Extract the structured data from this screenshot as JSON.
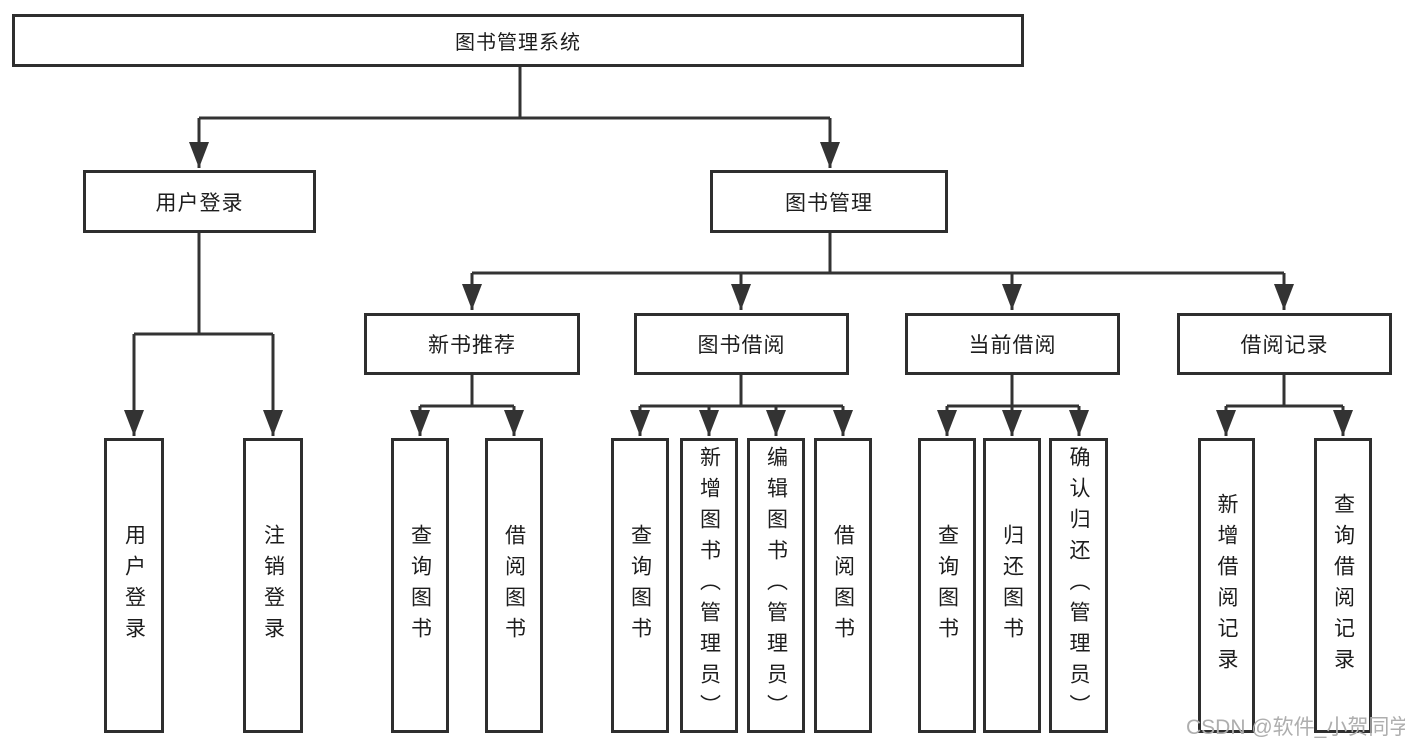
{
  "diagram": {
    "title": "图书管理系统",
    "branches": {
      "user_login": {
        "label": "用户登录",
        "children": {
          "login": "用户登录",
          "logout": "注销登录"
        }
      },
      "book_mgmt": {
        "label": "图书管理",
        "modules": {
          "new_book": {
            "label": "新书推荐",
            "children": {
              "query": "查询图书",
              "borrow": "借阅图书"
            }
          },
          "book_borrow": {
            "label": "图书借阅",
            "children": {
              "query": "查询图书",
              "add": "新增图书（管理员）",
              "edit": "编辑图书（管理员）",
              "borrow": "借阅图书"
            }
          },
          "current_borrow": {
            "label": "当前借阅",
            "children": {
              "query": "查询图书",
              "return": "归还图书",
              "confirm": "确认归还（管理员）"
            }
          },
          "records": {
            "label": "借阅记录",
            "children": {
              "add": "新增借阅记录",
              "query": "查询借阅记录"
            }
          }
        }
      }
    }
  },
  "watermark": {
    "text": "CSDN @软件_小贺同学"
  },
  "colors": {
    "line": "#333333",
    "box_border": "#2e2e2e",
    "text": "#1d1d1d",
    "watermark": "#aeaeae",
    "background": "#ffffff"
  }
}
